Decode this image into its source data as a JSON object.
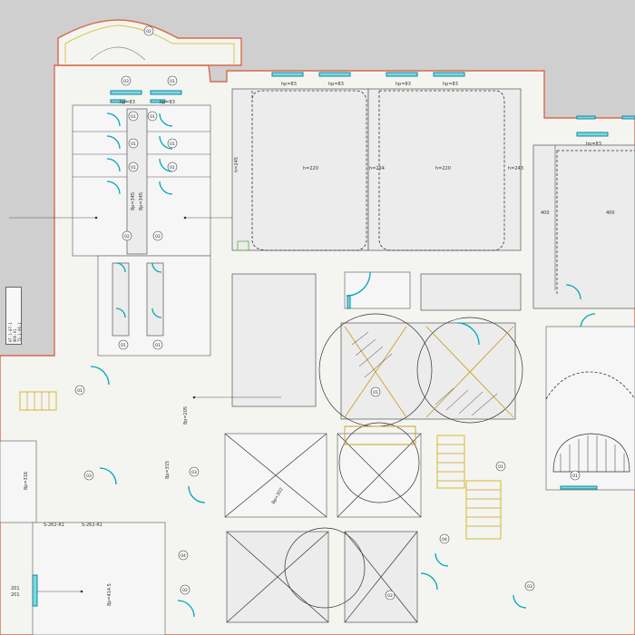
{
  "floor_plan": {
    "room_labels": {
      "hall_left": "h=245",
      "hall_a": "h=220",
      "hall_b": "h=234",
      "hall_c": "h=220",
      "hall_d": "h=243",
      "right_room": "400",
      "right_room_b": "400",
      "corridor_v1": "8p=345",
      "corridor_v2": "8p=345",
      "corridor_h1": "8p=205",
      "corridor_h2": "8p=316",
      "corridor_h3": "8p=315",
      "stair_diag": "8p=302",
      "room_bottom": "8p=414.5",
      "left_mid": "8p=316",
      "bottom_note": "S-262-R1",
      "bottom_note2": "S-262-R1"
    },
    "window_labels": [
      "hp=83",
      "hp=83",
      "hp=83",
      "hp=83",
      "hp=83",
      "hp=83",
      "hp=83"
    ],
    "door_tags": [
      "02",
      "03",
      "01",
      "01",
      "01",
      "01",
      "01",
      "01",
      "01",
      "02",
      "02",
      "01",
      "01",
      "01",
      "03",
      "03",
      "01",
      "04",
      "04",
      "02",
      "02",
      "03",
      "01",
      "01"
    ],
    "legend": [
      "HT-1-07-1",
      "8R0-01",
      "TS-1-06-1"
    ],
    "side_marks": [
      "201",
      "201"
    ]
  }
}
